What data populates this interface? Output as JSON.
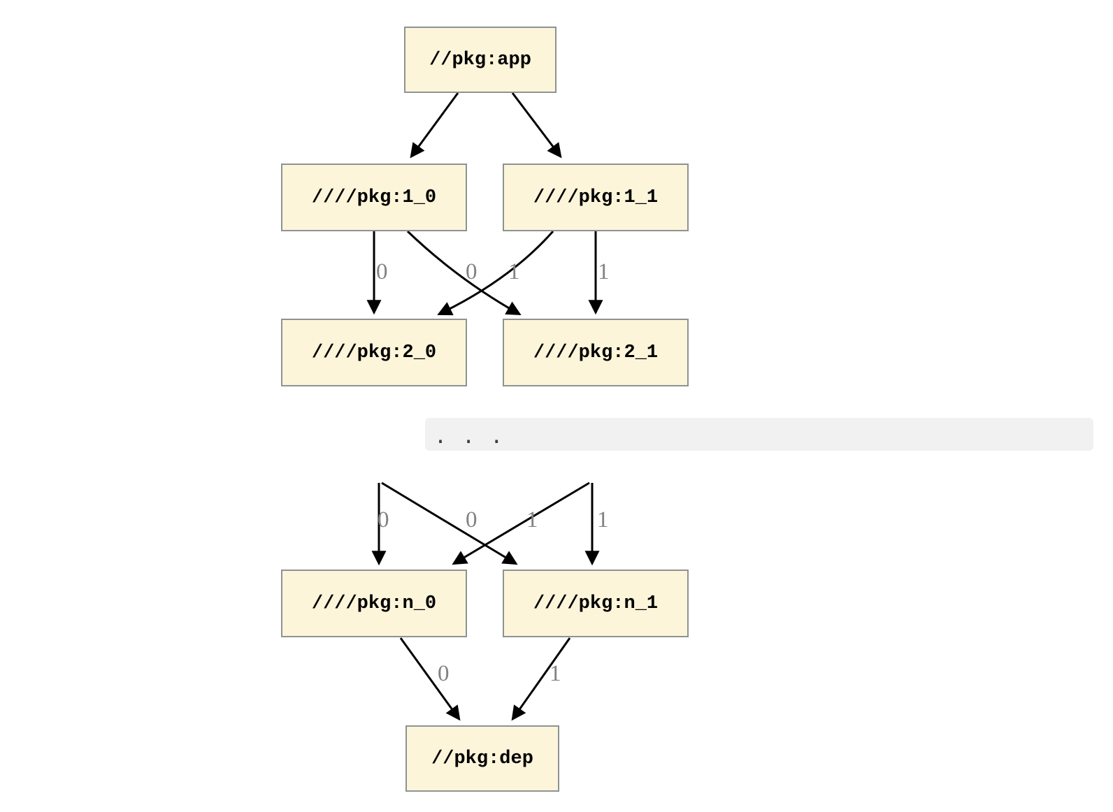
{
  "palette": {
    "node_fill": "#fdf5da",
    "node_border": "#8d9393",
    "edge_color": "#000000",
    "edge_label_color": "#828282",
    "ellipsis_bg": "#f1f1f1",
    "ellipsis_dot_color": "#3d3d3d"
  },
  "graph": {
    "nodes": {
      "app": "//pkg:app",
      "v1_0": "////pkg:1_0",
      "v1_1": "////pkg:1_1",
      "v2_0": "////pkg:2_0",
      "v2_1": "////pkg:2_1",
      "n_0": "////pkg:n_0",
      "n_1": "////pkg:n_1",
      "dep": "//pkg:dep"
    },
    "ellipsis": ". . .",
    "edges": [
      {
        "from": "//pkg:app",
        "to": "////pkg:1_0",
        "label": ""
      },
      {
        "from": "//pkg:app",
        "to": "////pkg:1_1",
        "label": ""
      },
      {
        "from": "////pkg:1_0",
        "to": "////pkg:2_0",
        "label": "0"
      },
      {
        "from": "////pkg:1_0",
        "to": "////pkg:2_1",
        "label": "1"
      },
      {
        "from": "////pkg:1_1",
        "to": "////pkg:2_0",
        "label": "0"
      },
      {
        "from": "////pkg:1_1",
        "to": "////pkg:2_1",
        "label": "1"
      },
      {
        "from": "...",
        "to": "////pkg:n_0",
        "label": "0"
      },
      {
        "from": "...",
        "to": "////pkg:n_1",
        "label": "1"
      },
      {
        "from": "...",
        "to": "////pkg:n_0",
        "label": "0"
      },
      {
        "from": "...",
        "to": "////pkg:n_1",
        "label": "1"
      },
      {
        "from": "////pkg:n_0",
        "to": "//pkg:dep",
        "label": "0"
      },
      {
        "from": "////pkg:n_1",
        "to": "//pkg:dep",
        "label": "1"
      }
    ]
  }
}
